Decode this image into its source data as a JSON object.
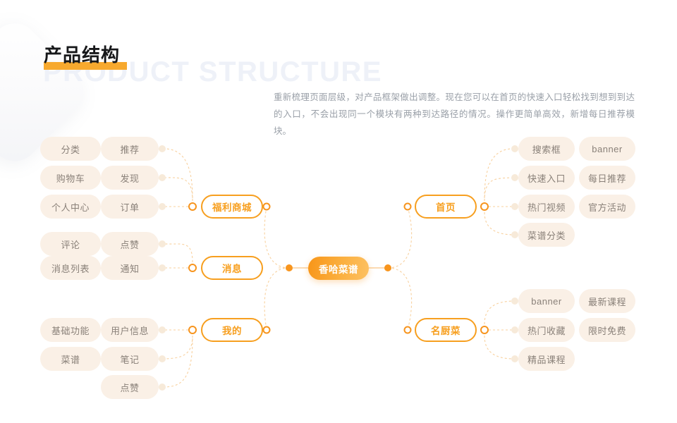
{
  "header": {
    "title": "产品结构",
    "watermark": "PRODUCT STRUCTURE",
    "description": "重新梳理页面层级，对产品框架做出调整。现在您可以在首页的快速入口轻松找到想到到达的入口，不会出现同一个模块有两种到达路径的情况。操作更简单高效，新增每日推荐模块。",
    "accent_color": "#f7a92e",
    "watermark_color": "#eef1f8"
  },
  "diagram": {
    "root": {
      "label": "香哈菜谱",
      "color": "#f89518"
    },
    "branches": [
      {
        "id": "fulishangcheng",
        "label": "福利商城",
        "side": "left",
        "children": [
          {
            "label": "推荐",
            "sub": [
              "分类"
            ]
          },
          {
            "label": "发现",
            "sub": [
              "购物车"
            ]
          },
          {
            "label": "订单",
            "sub": [
              "个人中心"
            ]
          }
        ]
      },
      {
        "id": "xiaoxi",
        "label": "消息",
        "side": "left",
        "children": [
          {
            "label": "点赞",
            "sub": [
              "评论"
            ]
          },
          {
            "label": "通知",
            "sub": [
              "消息列表"
            ]
          }
        ]
      },
      {
        "id": "wode",
        "label": "我的",
        "side": "left",
        "children": [
          {
            "label": "用户信息",
            "sub": [
              "基础功能"
            ]
          },
          {
            "label": "笔记",
            "sub": [
              "菜谱"
            ]
          },
          {
            "label": "点赞",
            "sub": []
          }
        ]
      },
      {
        "id": "shouye",
        "label": "首页",
        "side": "right",
        "children": [
          {
            "label": "搜索框",
            "sub": [
              "banner"
            ]
          },
          {
            "label": "快速入口",
            "sub": [
              "每日推荐"
            ]
          },
          {
            "label": "热门视频",
            "sub": [
              "官方活动"
            ]
          },
          {
            "label": "菜谱分类",
            "sub": []
          }
        ]
      },
      {
        "id": "mingchucai",
        "label": "名厨菜",
        "side": "right",
        "children": [
          {
            "label": "banner",
            "sub": [
              "最新课程"
            ]
          },
          {
            "label": "热门收藏",
            "sub": [
              "限时免费"
            ]
          },
          {
            "label": "精品课程",
            "sub": []
          }
        ]
      }
    ],
    "leaves": {
      "l_fenlei": "分类",
      "l_gouwuche": "购物车",
      "l_gerenzhongxin": "个人中心",
      "l_tuijian": "推荐",
      "l_faxian": "发现",
      "l_dingdan": "订单",
      "l_pinglun": "评论",
      "l_xiaoxiliebiao": "消息列表",
      "l_dianzan1": "点赞",
      "l_tongzhi": "通知",
      "l_jichugongneng": "基础功能",
      "l_caipu": "菜谱",
      "l_yonghuxinxi": "用户信息",
      "l_biji": "笔记",
      "l_dianzan2": "点赞",
      "r_sousuokuang": "搜索框",
      "r_kuaisurukou": "快速入口",
      "r_remenshipin": "热门视频",
      "r_caipufenlei": "菜谱分类",
      "r_banner1": "banner",
      "r_meirituijian": "每日推荐",
      "r_guanfanghuodong": "官方活动",
      "r_banner2": "banner",
      "r_remenshoucang": "热门收藏",
      "r_jingpinkecheng": "精品课程",
      "r_zuixinkecheng": "最新课程",
      "r_xianshimianfei": "限时免费"
    },
    "mids": {
      "m_fulishangcheng": "福利商城",
      "m_xiaoxi": "消息",
      "m_wode": "我的",
      "m_shouye": "首页",
      "m_mingchucai": "名厨菜"
    }
  }
}
